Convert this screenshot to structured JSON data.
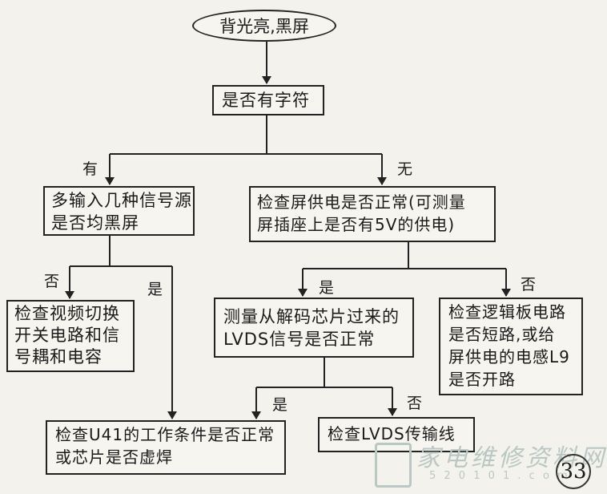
{
  "start": "背光亮,黑屏",
  "q1": "是否有字符",
  "label_you": "有",
  "label_wu": "无",
  "q2_line1": "多输入几种信号源",
  "q2_line2": "是否均黑屏",
  "q3_line1": "检查屏供电是否正常(可测量",
  "q3_line2": "屏插座上是否有5V的供电)",
  "label_fou_left": "否",
  "label_shi_left": "是",
  "label_shi_mid": "是",
  "label_fou_right": "否",
  "a1_line1": "检查视频切换",
  "a1_line2": "开关电路和信",
  "a1_line3": "号耦和电容",
  "q4_line1": "测量从解码芯片过来的",
  "q4_line2": "LVDS信号是否正常",
  "a2_line1": "检查逻辑板电路",
  "a2_line2": "是否短路,或给",
  "a2_line3": "屏供电的电感L9",
  "a2_line4": "是否开路",
  "label_shi_bottom": "是",
  "label_fou_bottom": "否",
  "a3_line1": "检查U41的工作条件是否正常",
  "a3_line2": "或芯片是否虚焊",
  "a4": "检查LVDS传输线",
  "watermark": "家电维修资料网",
  "watermark_url": "5 2 0 1 0 1 . c o m",
  "page_number": "33"
}
